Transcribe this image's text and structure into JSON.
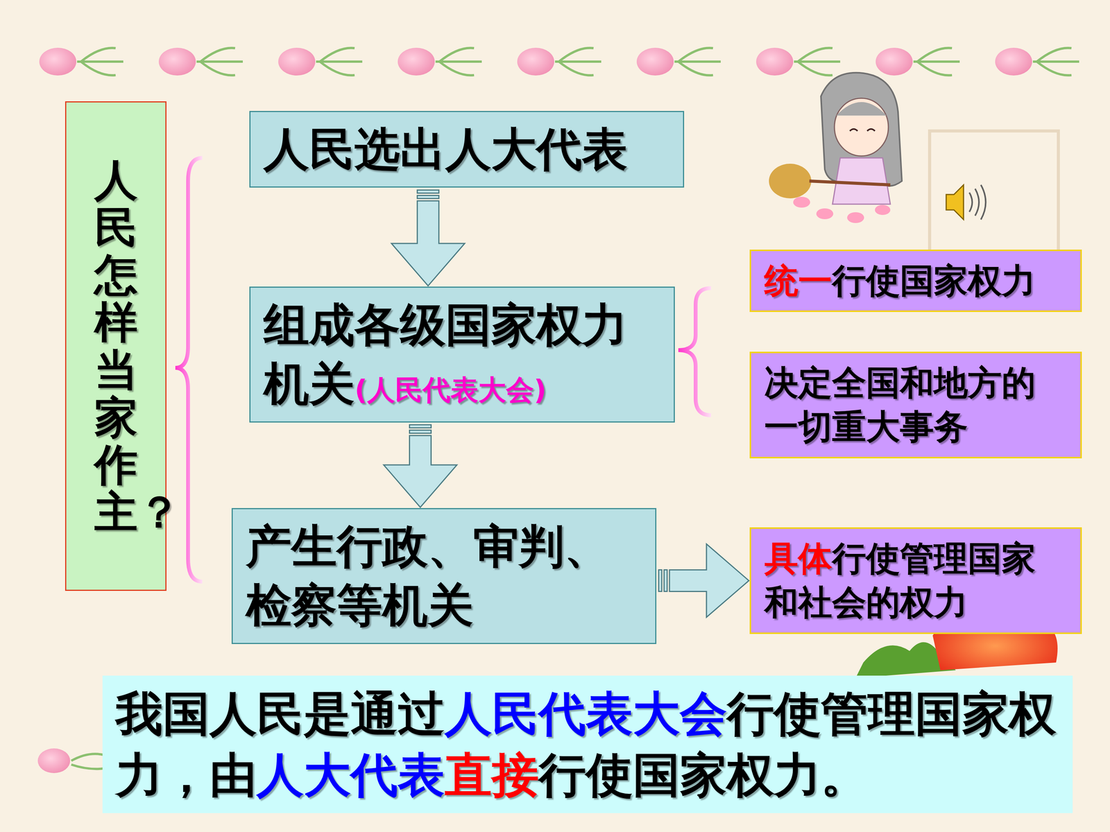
{
  "diagram": {
    "nodes": [
      {
        "text": [
          "人民怎样当家作主？"
        ]
      },
      {
        "text": [
          "人民选出人大代表"
        ]
      },
      {
        "text": [
          "组成各级国家权力机关",
          "(人民代表大会)"
        ]
      },
      {
        "text": [
          "产生行政、审判、检察等机关"
        ]
      },
      {
        "text": [
          "统一",
          "行使国家权力"
        ]
      },
      {
        "text": [
          "决定全国和地方的一切重大事务"
        ]
      },
      {
        "text": [
          "具体",
          "行使管理国家和社会的权力"
        ]
      },
      {
        "text": [
          "我国人民是通过",
          "人民代表大会",
          "行使管理国家权力，由",
          "人大代表",
          "直接",
          "行使国家权力。"
        ]
      }
    ],
    "edges": [
      {
        "from": 1,
        "to": 2,
        "arrow": "to"
      },
      {
        "from": 2,
        "to": 3,
        "arrow": "to"
      },
      {
        "from": 3,
        "to": 6,
        "arrow": "to"
      }
    ]
  }
}
